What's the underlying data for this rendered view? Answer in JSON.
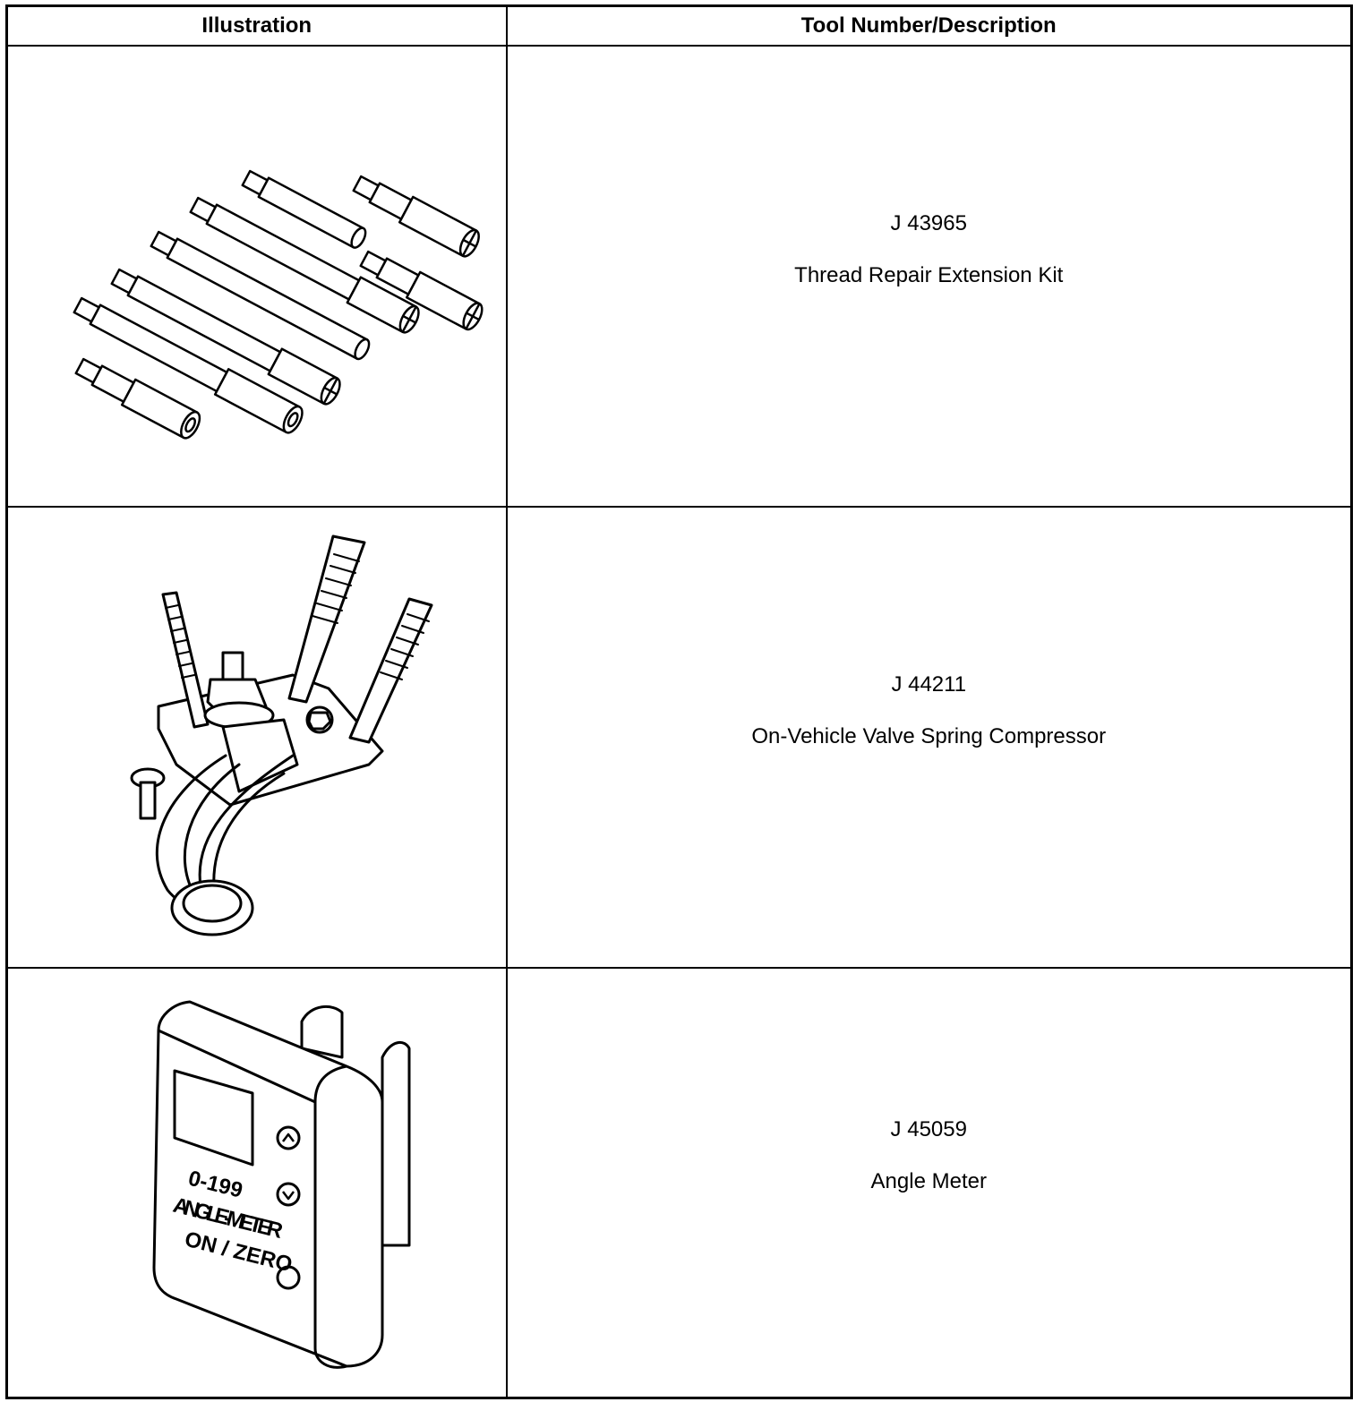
{
  "header": {
    "illustration": "Illustration",
    "description": "Tool Number/Description"
  },
  "tools": [
    {
      "number": "J 43965",
      "name": "Thread Repair Extension Kit",
      "icon": "extension-bars-illustration"
    },
    {
      "number": "J 44211",
      "name": "On-Vehicle Valve Spring Compressor",
      "icon": "valve-spring-compressor-illustration"
    },
    {
      "number": "J 45059",
      "name": "Angle Meter",
      "icon": "angle-meter-illustration",
      "device": {
        "range": "0-199",
        "label": "ANGLE-METER",
        "button": "ON / ZERO"
      }
    }
  ]
}
